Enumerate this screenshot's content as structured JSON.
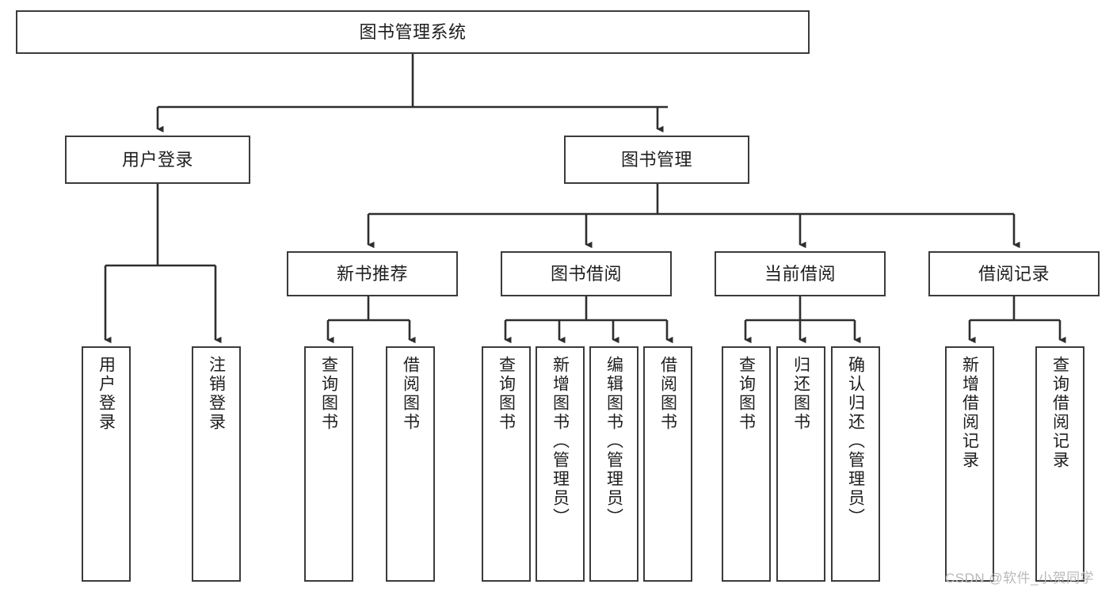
{
  "diagram": {
    "title": "图书管理系统",
    "type": "tree-hierarchy-diagram",
    "watermark": "CSDN @软件_小贺同学",
    "accent_color": "#3b3b3b",
    "background_color": "#ffffff",
    "root": {
      "label": "图书管理系统"
    },
    "level2": [
      {
        "label": "用户登录"
      },
      {
        "label": "图书管理"
      }
    ],
    "level3": [
      {
        "label": "新书推荐"
      },
      {
        "label": "图书借阅"
      },
      {
        "label": "当前借阅"
      },
      {
        "label": "借阅记录"
      }
    ],
    "leaves": {
      "user_login": [
        {
          "label": "用户登录"
        },
        {
          "label": "注销登录"
        }
      ],
      "new_book_recommend": [
        {
          "label": "查询图书"
        },
        {
          "label": "借阅图书"
        }
      ],
      "book_borrow": [
        {
          "label": "查询图书"
        },
        {
          "label": "新增图书（管理员）"
        },
        {
          "label": "编辑图书（管理员）"
        },
        {
          "label": "借阅图书"
        }
      ],
      "current_borrow": [
        {
          "label": "查询图书"
        },
        {
          "label": "归还图书"
        },
        {
          "label": "确认归还（管理员）"
        }
      ],
      "borrow_record": [
        {
          "label": "新增借阅记录"
        },
        {
          "label": "查询借阅记录"
        }
      ]
    }
  }
}
